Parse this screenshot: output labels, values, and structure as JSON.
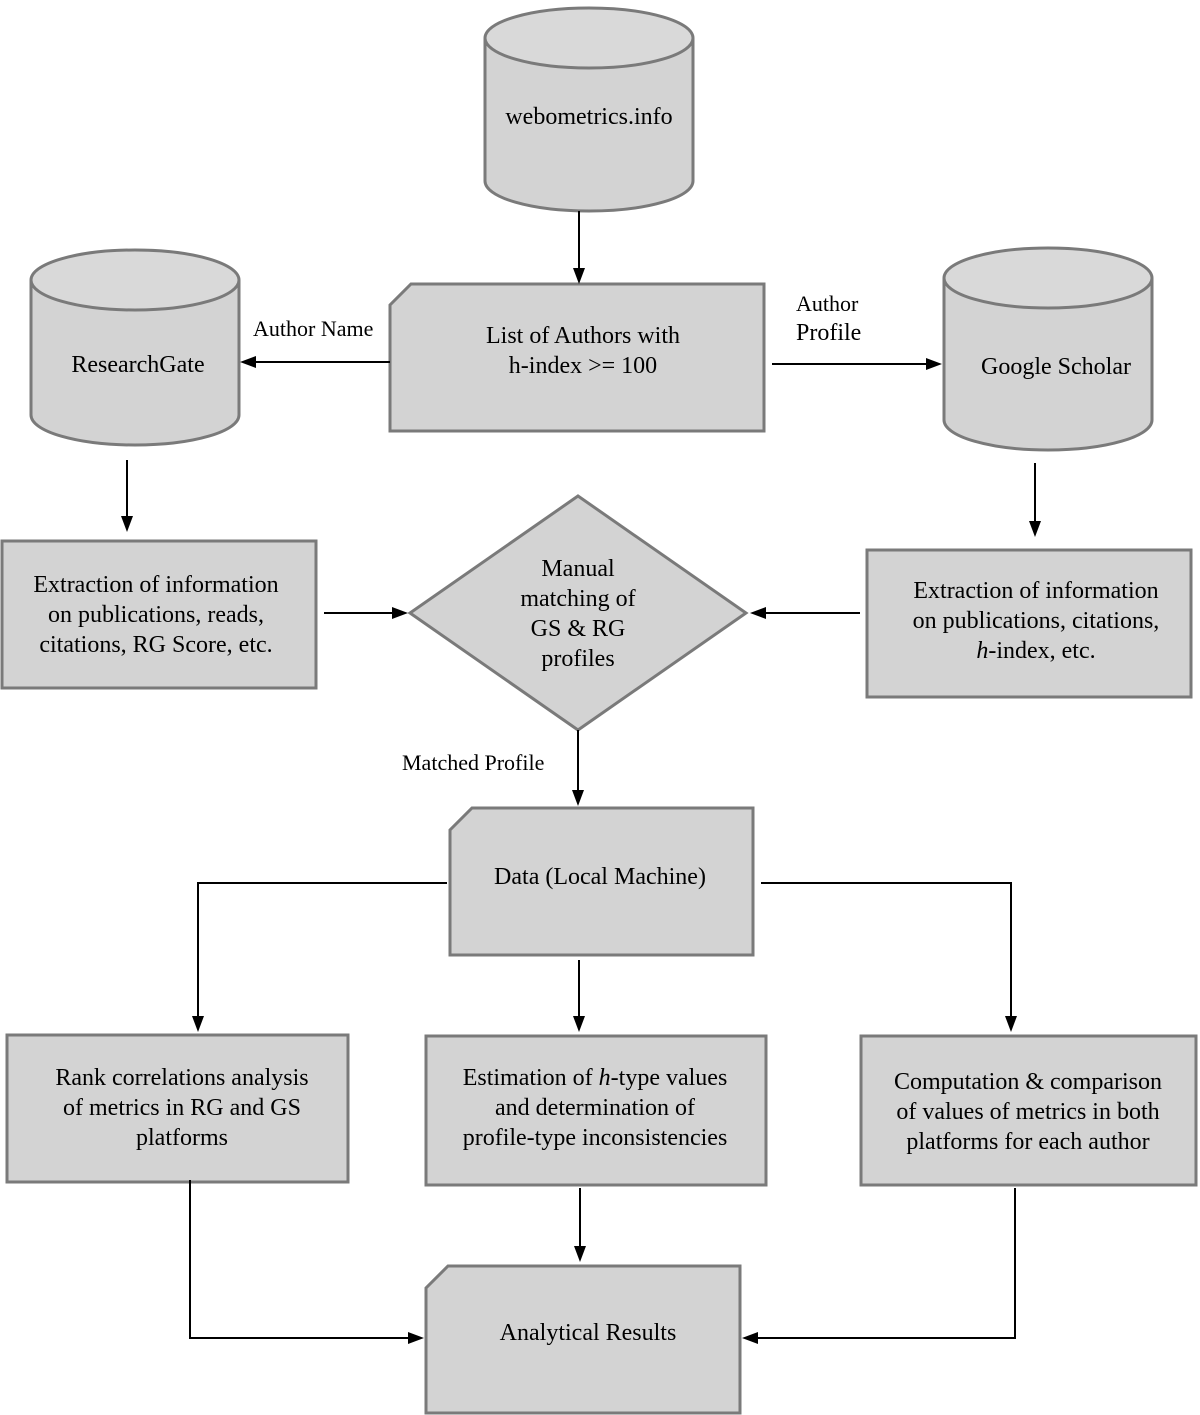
{
  "nodes": {
    "webometrics": {
      "label": "webometrics.info"
    },
    "researchgate": {
      "label": "ResearchGate"
    },
    "google_scholar": {
      "label": "Google Scholar"
    },
    "author_list": {
      "line1": "List of Authors with",
      "line2": "h-index >= 100"
    },
    "rg_extraction": {
      "line1": "Extraction of information",
      "line2": "on publications, reads,",
      "line3": "citations, RG Score, etc."
    },
    "gs_extraction": {
      "line1": "Extraction of information",
      "line2": "on publications, citations,",
      "line3_italic": "h",
      "line3_rest": "-index, etc."
    },
    "manual_matching": {
      "line1": "Manual",
      "line2": "matching of",
      "line3": "GS & RG",
      "line4": "profiles"
    },
    "data_local": {
      "label": "Data (Local Machine)"
    },
    "rank_correlations": {
      "line1": "Rank correlations analysis",
      "line2": "of metrics in RG and GS",
      "line3": "platforms"
    },
    "h_estimation": {
      "line1_pre": "Estimation of ",
      "line1_italic": "h",
      "line1_post": "-type values",
      "line2": "and determination of",
      "line3": "profile-type inconsistencies"
    },
    "computation": {
      "line1": "Computation & comparison",
      "line2": "of values of metrics in both",
      "line3": "platforms for each author"
    },
    "analytical_results": {
      "label": "Analytical Results"
    }
  },
  "edges": {
    "author_name": "Author Name",
    "author_profile_line1": "Author",
    "author_profile_line2": "Profile",
    "matched_profile": "Matched Profile"
  }
}
